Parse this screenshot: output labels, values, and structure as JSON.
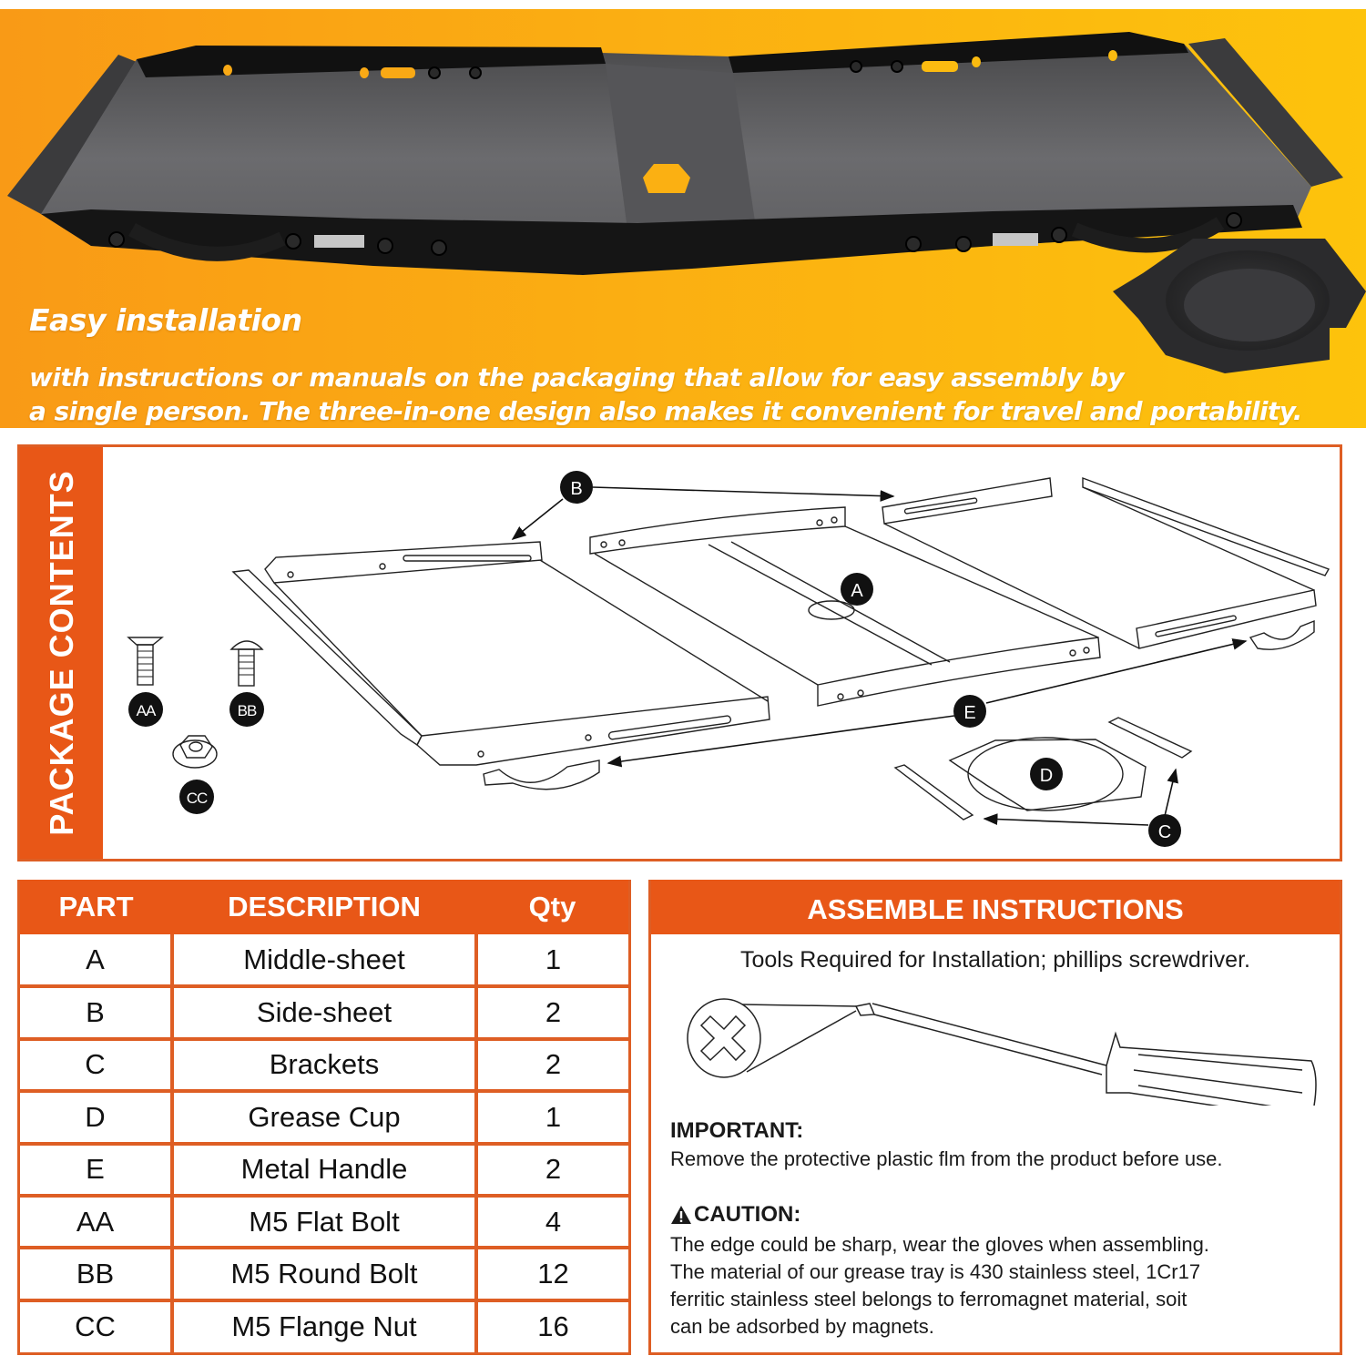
{
  "hero": {
    "title": "Easy installation",
    "body_lines": [
      "with instructions or manuals on the packaging that allow for easy assembly by",
      "a single person. The three-in-one design also makes it convenient for travel and portability."
    ],
    "background_colors": [
      "#f99a16",
      "#fdc30c"
    ]
  },
  "package_contents": {
    "label": "PACKAGE CONTENTS",
    "accent_color": "#e85717",
    "callouts": {
      "A": "A",
      "B": "B",
      "C": "C",
      "D": "D",
      "E": "E",
      "AA": "AA",
      "BB": "BB",
      "CC": "CC"
    }
  },
  "parts_table": {
    "headers": {
      "part": "PART",
      "description": "DESCRIPTION",
      "qty": "Qty"
    },
    "rows": [
      {
        "part": "A",
        "description": "Middle-sheet",
        "qty": "1"
      },
      {
        "part": "B",
        "description": "Side-sheet",
        "qty": "2"
      },
      {
        "part": "C",
        "description": "Brackets",
        "qty": "2"
      },
      {
        "part": "D",
        "description": "Grease Cup",
        "qty": "1"
      },
      {
        "part": "E",
        "description": "Metal Handle",
        "qty": "2"
      },
      {
        "part": "AA",
        "description": "M5 Flat Bolt",
        "qty": "4"
      },
      {
        "part": "BB",
        "description": "M5 Round Bolt",
        "qty": "12"
      },
      {
        "part": "CC",
        "description": "M5 Flange Nut",
        "qty": "16"
      }
    ]
  },
  "instructions": {
    "title": "ASSEMBLE INSTRUCTIONS",
    "tools": "Tools Required for Installation; phillips screwdriver.",
    "important_heading": "IMPORTANT:",
    "important_body": "Remove the protective plastic flm from the product before use.",
    "caution_icon": "warning-triangle-icon",
    "caution_heading": "CAUTION:",
    "caution_lines": [
      "The edge could be sharp, wear the gloves when assembling.",
      "The material of our grease tray is 430 stainless steel, 1Cr17",
      "ferritic stainless steel belongs to ferromagnet material, soit",
      "can be adsorbed by magnets."
    ]
  }
}
